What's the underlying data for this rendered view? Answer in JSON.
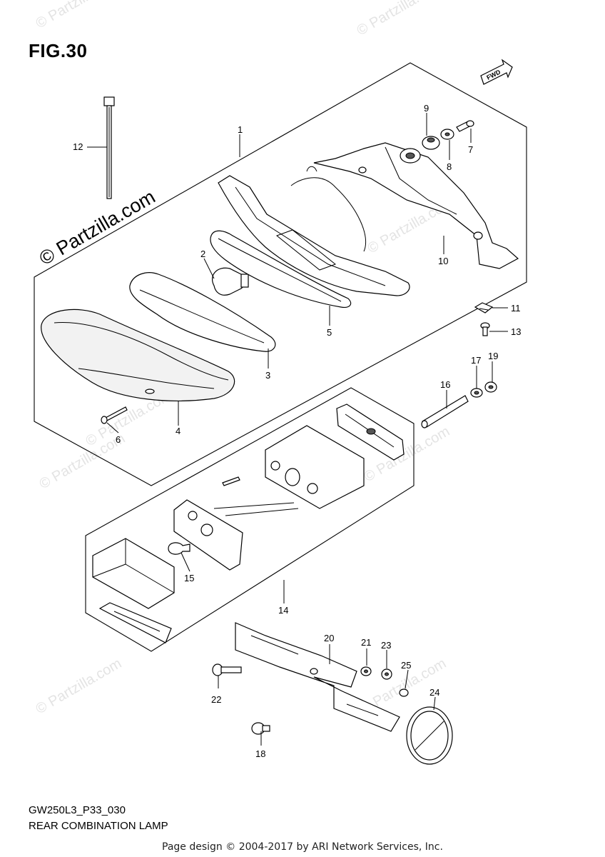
{
  "figure": {
    "title": "FIG.30",
    "code": "GW250L3_P33_030",
    "name": "REAR COMBINATION LAMP",
    "fwd_label": "FWD"
  },
  "watermarks": {
    "main": "© Partzilla.com",
    "faint": "© Partzilla.com"
  },
  "callouts": [
    "1",
    "2",
    "3",
    "4",
    "5",
    "6",
    "7",
    "8",
    "9",
    "10",
    "11",
    "12",
    "13",
    "14",
    "15",
    "16",
    "17",
    "18",
    "19",
    "20",
    "21",
    "22",
    "23",
    "24",
    "25"
  ],
  "footer": "Page design © 2004-2017 by ARI Network Services, Inc."
}
